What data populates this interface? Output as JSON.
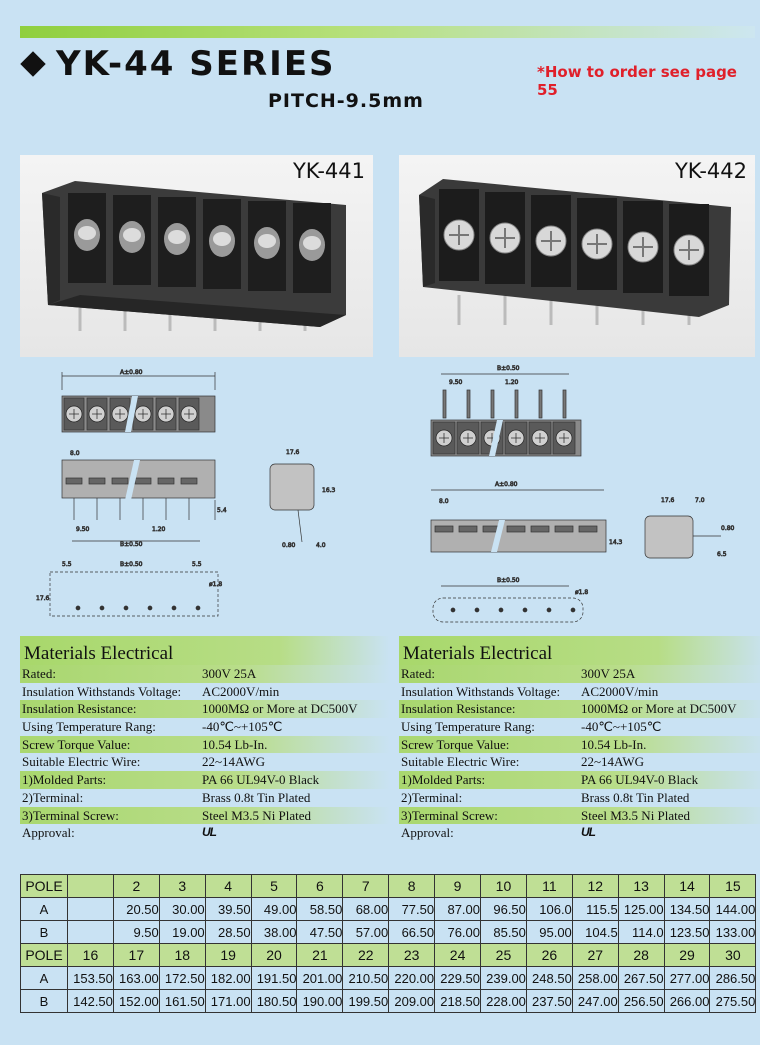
{
  "header": {
    "series_title": "YK-44 SERIES",
    "pitch": "PITCH-9.5mm",
    "order_note": "*How to order see page 55"
  },
  "photos": [
    {
      "model": "YK-441"
    },
    {
      "model": "YK-442"
    }
  ],
  "drawings": {
    "left": {
      "top_dim": "A±0.80",
      "height_dim": "8.0",
      "pitch_dim": "9.50",
      "gap_dim": "1.20",
      "b_dim": "B±0.50",
      "side_h": "5.4",
      "side_w": "17.6",
      "side_h2": "16.3",
      "pin_a": "0.80",
      "pin_b": "4.0",
      "bottom_left": "5.5",
      "bottom_b": "B±0.50",
      "bottom_right": "5.5",
      "hole": "ø1.8",
      "bottom_h": "17.6"
    },
    "right": {
      "b_dim": "B±0.50",
      "pitch_dim": "9.50",
      "gap_dim": "1.20",
      "a_dim": "A±0.80",
      "height_dim": "8.0",
      "body_h": "14.3",
      "side_w": "17.6",
      "side_w2": "7.0",
      "side_h": "6.5",
      "pin": "0.80",
      "bottom_b": "B±0.50",
      "hole": "ø1.8"
    }
  },
  "materials": {
    "heading": "Materials Electrical",
    "rows": [
      {
        "label": "Rated:",
        "value": "300V  25A"
      },
      {
        "label": "Insulation Withstands Voltage:",
        "value": "AC2000V/min"
      },
      {
        "label": "Insulation Resistance:",
        "value": "1000MΩ  or More at DC500V"
      },
      {
        "label": "Using Temperature Rang:",
        "value": "-40℃~+105℃"
      },
      {
        "label": " Screw Torque Value:",
        "value": "10.54 Lb-In."
      },
      {
        "label": "Suitable Electric Wire:",
        "value": "22~14AWG"
      },
      {
        "label": "   1)Molded Parts:",
        "value": "PA 66 UL94V-0 Black"
      },
      {
        "label": "   2)Terminal:",
        "value": "Brass 0.8t Tin Plated"
      },
      {
        "label": "   3)Terminal Screw:",
        "value": "Steel M3.5 Ni Plated"
      },
      {
        "label": "Approval:",
        "value": "UL"
      }
    ]
  },
  "pole_table": {
    "label_pole": "POLE",
    "label_a": "A",
    "label_b": "B",
    "block1": {
      "poles": [
        "",
        "2",
        "3",
        "4",
        "5",
        "6",
        "7",
        "8",
        "9",
        "10",
        "11",
        "12",
        "13",
        "14",
        "15"
      ],
      "a": [
        "",
        "20.50",
        "30.00",
        "39.50",
        "49.00",
        "58.50",
        "68.00",
        "77.50",
        "87.00",
        "96.50",
        "106.0",
        "115.5",
        "125.00",
        "134.50",
        "144.00"
      ],
      "b": [
        "",
        "9.50",
        "19.00",
        "28.50",
        "38.00",
        "47.50",
        "57.00",
        "66.50",
        "76.00",
        "85.50",
        "95.00",
        "104.5",
        "114.0",
        "123.50",
        "133.00"
      ]
    },
    "block2": {
      "poles": [
        "16",
        "17",
        "18",
        "19",
        "20",
        "21",
        "22",
        "23",
        "24",
        "25",
        "26",
        "27",
        "28",
        "29",
        "30"
      ],
      "a": [
        "153.50",
        "163.00",
        "172.50",
        "182.00",
        "191.50",
        "201.00",
        "210.50",
        "220.00",
        "229.50",
        "239.00",
        "248.50",
        "258.00",
        "267.50",
        "277.00",
        "286.50"
      ],
      "b": [
        "142.50",
        "152.00",
        "161.50",
        "171.00",
        "180.50",
        "190.00",
        "199.50",
        "209.00",
        "218.50",
        "228.00",
        "237.50",
        "247.00",
        "256.50",
        "266.00",
        "275.50"
      ]
    }
  }
}
